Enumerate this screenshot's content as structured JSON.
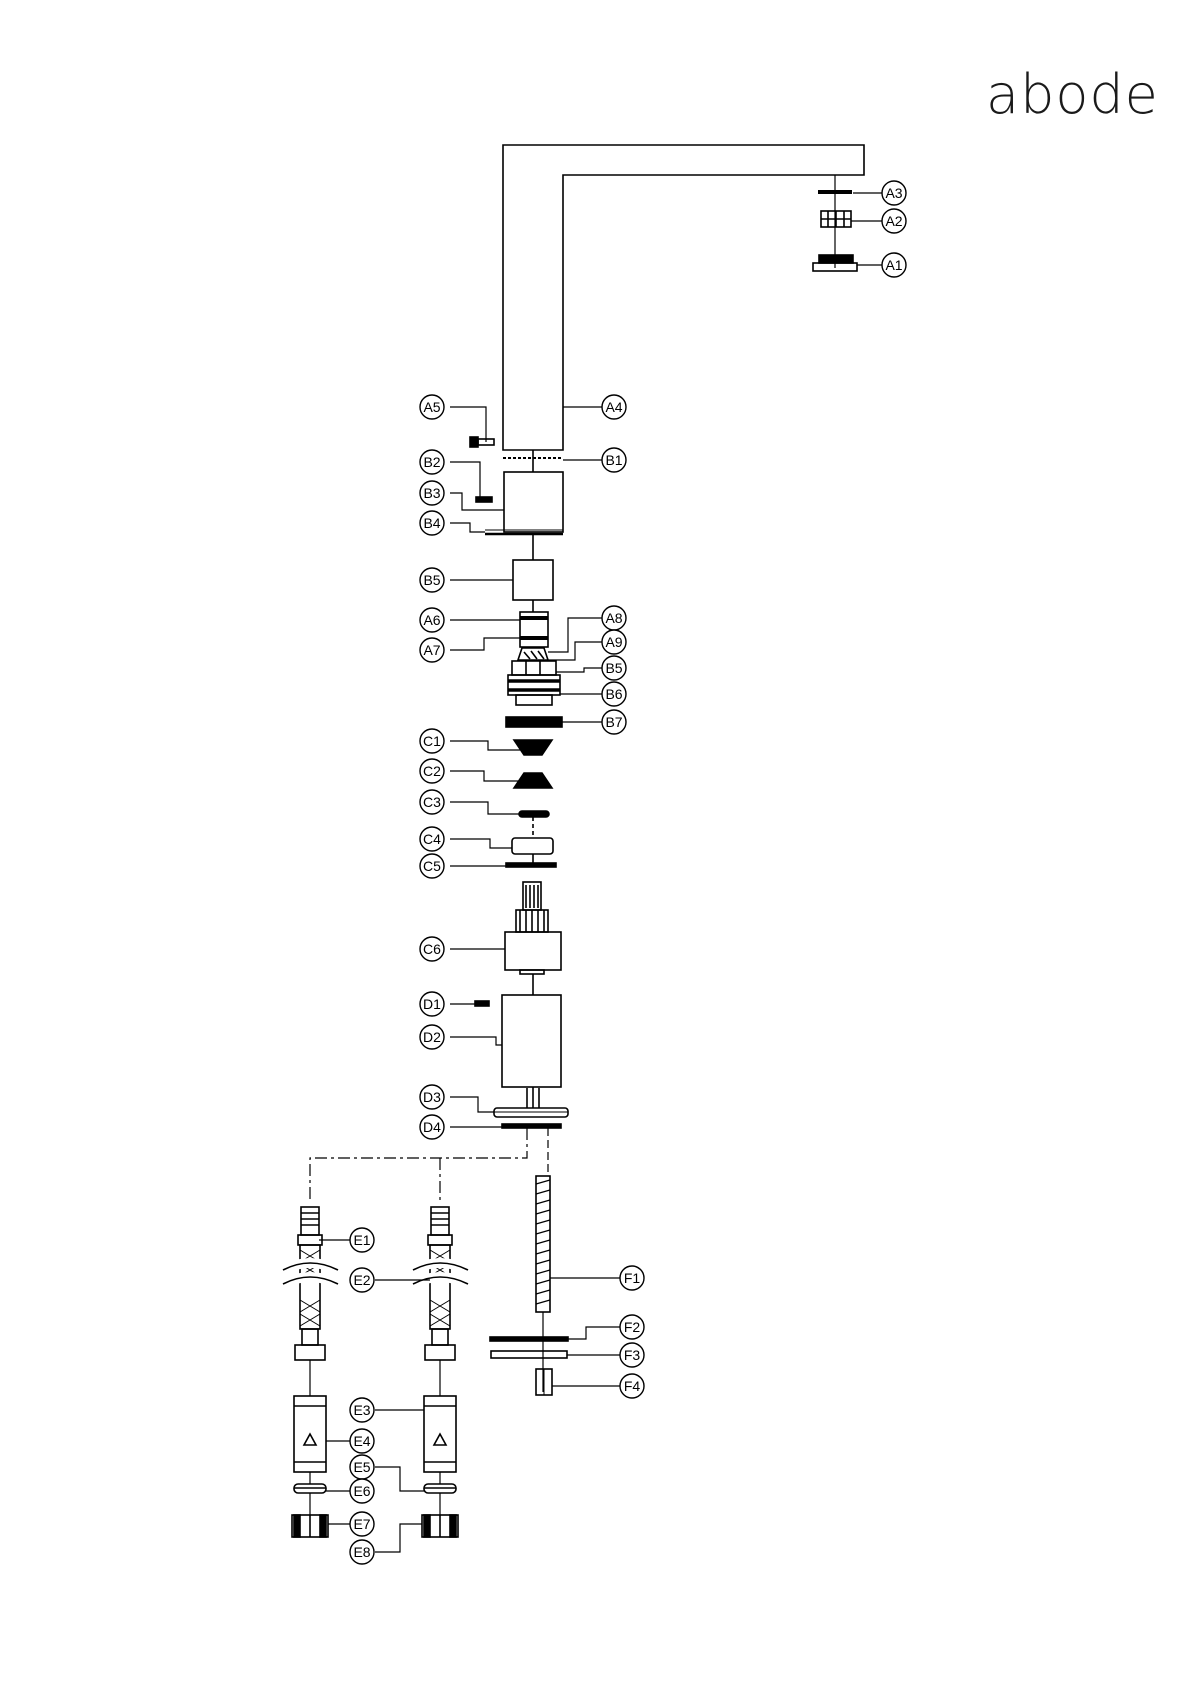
{
  "brand": {
    "logo_text": "abode"
  },
  "diagram": {
    "type": "exploded-parts-diagram",
    "part_labels": {
      "A1": "A1",
      "A2": "A2",
      "A3": "A3",
      "A4": "A4",
      "A5": "A5",
      "A6": "A6",
      "A7": "A7",
      "A8": "A8",
      "A9": "A9",
      "B1": "B1",
      "B2": "B2",
      "B3": "B3",
      "B4": "B4",
      "B5": "B5",
      "B5b": "B5",
      "B6": "B6",
      "B7": "B7",
      "C1": "C1",
      "C2": "C2",
      "C3": "C3",
      "C4": "C4",
      "C5": "C5",
      "C6": "C6",
      "D1": "D1",
      "D2": "D2",
      "D3": "D3",
      "D4": "D4",
      "E1": "E1",
      "E2": "E2",
      "E3": "E3",
      "E4": "E4",
      "E5": "E5",
      "E6": "E6",
      "E7": "E7",
      "E8": "E8",
      "F1": "F1",
      "F2": "F2",
      "F3": "F3",
      "F4": "F4"
    }
  }
}
